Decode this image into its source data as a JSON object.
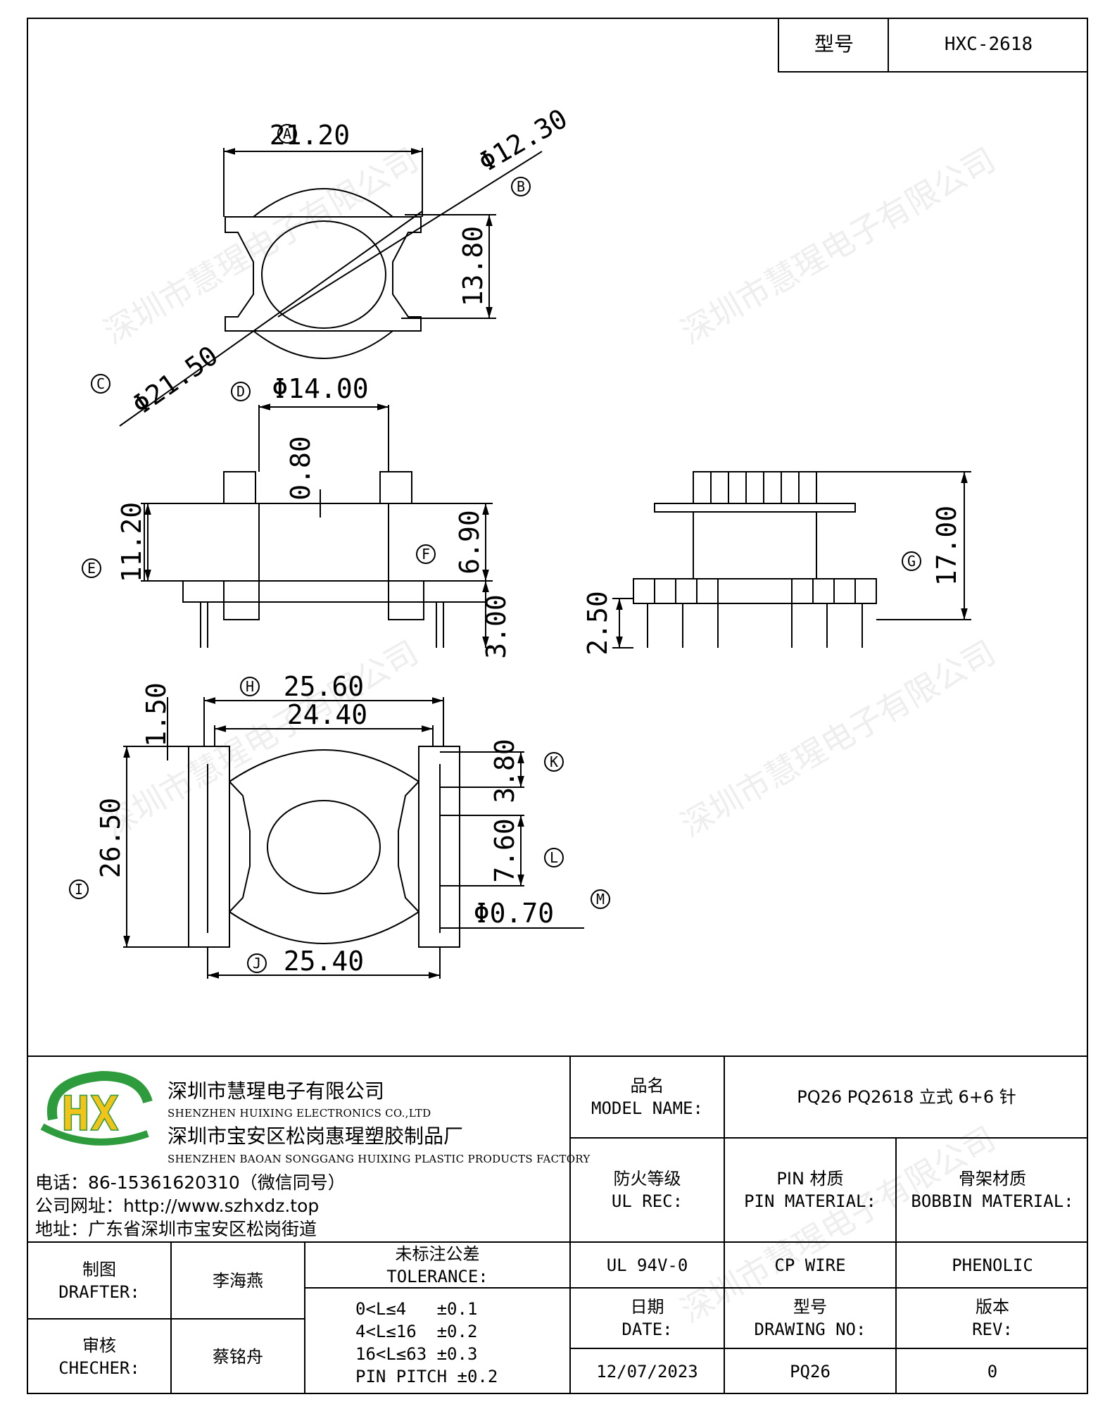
{
  "header": {
    "model_label": "型号",
    "model_value": "HXC-2618"
  },
  "watermark": "深圳市慧瑆电子有限公司",
  "dims": {
    "A": "A",
    "B": "B",
    "C": "C",
    "D": "D",
    "E": "E",
    "F": "F",
    "G": "G",
    "H": "H",
    "I": "I",
    "J": "J",
    "K": "K",
    "L": "L",
    "M": "M",
    "a": "21.20",
    "b": "Φ12.30",
    "b2": "13.80",
    "c": "Φ21.50",
    "d": "Φ14.00",
    "d2": "0.80",
    "e": "11.20",
    "f": "6.90",
    "f2": "3.00",
    "g": "17.00",
    "g2": "2.50",
    "h1": "25.60",
    "h2": "24.40",
    "h3": "1.50",
    "i": "26.50",
    "j": "25.40",
    "k": "3.80",
    "l": "7.60",
    "m": "Φ0.70"
  },
  "company": {
    "logo": "HX",
    "name_cn": "深圳市慧瑆电子有限公司",
    "name_en": "SHENZHEN HUIXING ELECTRONICS CO.,LTD",
    "factory_cn": "深圳市宝安区松岗惠瑆塑胶制品厂",
    "factory_en": "SHENZHEN BAOAN SONGGANG HUIXING PLASTIC PRODUCTS FACTORY",
    "phone": "电话：86-15361620310（微信同号）",
    "website": "公司网址：http://www.szhxdz.top",
    "address": "地址：广东省深圳市宝安区松岗街道"
  },
  "title_block": {
    "model_name_cn": "品名",
    "model_name_en": "MODEL NAME:",
    "model_name_value": "PQ26 PQ2618 立式 6+6 针",
    "ul_cn": "防火等级",
    "ul_en": "UL REC:",
    "pin_cn": "PIN 材质",
    "pin_en": "PIN MATERIAL:",
    "bobbin_cn": "骨架材质",
    "bobbin_en": "BOBBIN MATERIAL:",
    "ul_value": "UL 94V-0",
    "pin_value": "CP WIRE",
    "bobbin_value": "PHENOLIC",
    "drafter_cn": "制图",
    "drafter_en": "DRAFTER:",
    "drafter_name": "李海燕",
    "checker_cn": "审核",
    "checker_en": "CHECHER:",
    "checker_name": "蔡铭舟",
    "tol_cn": "未标注公差",
    "tol_en": "TOLERANCE:",
    "tol_lines": [
      "0<L≤4   ±0.1",
      "4<L≤16  ±0.2",
      "16<L≤63 ±0.3",
      "PIN PITCH ±0.2"
    ],
    "date_cn": "日期",
    "date_en": "DATE:",
    "date_value": "12/07/2023",
    "dwg_cn": "型号",
    "dwg_en": "DRAWING NO:",
    "dwg_value": "PQ26",
    "rev_cn": "版本",
    "rev_en": "REV:",
    "rev_value": "0"
  }
}
